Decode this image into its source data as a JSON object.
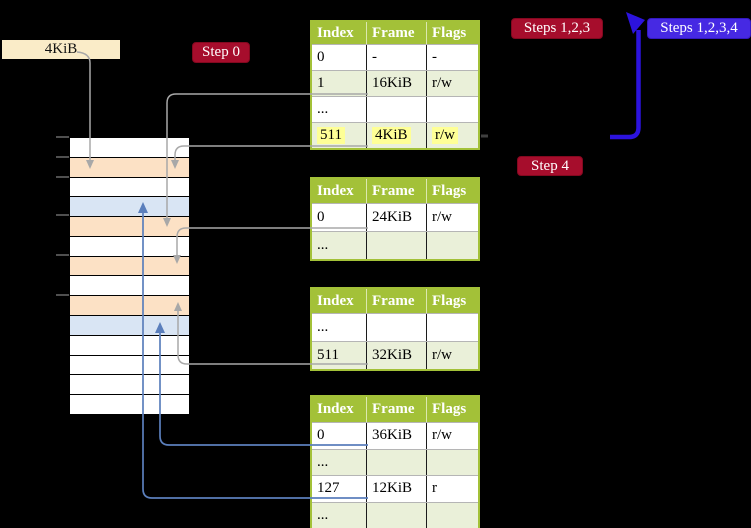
{
  "diagram": {
    "frame_size_label": "4KiB",
    "badges": {
      "step0": "Step 0",
      "steps123": "Steps 1,2,3",
      "steps1234": "Steps 1,2,3,4",
      "step4": "Step 4"
    },
    "memory_column": {
      "rows": [
        "white",
        "peach",
        "white",
        "blue",
        "peach",
        "white",
        "peach",
        "white",
        "peach",
        "blue",
        "white",
        "white",
        "white",
        "white"
      ]
    },
    "tables": [
      {
        "name": "table-1",
        "headers": [
          "Index",
          "Frame",
          "Flags"
        ],
        "rows": [
          [
            "0",
            "-",
            "-"
          ],
          [
            "1",
            "16KiB",
            "r/w"
          ],
          [
            "...",
            "",
            ""
          ],
          [
            "511",
            "4KiB",
            "r/w"
          ]
        ],
        "highlighted_row_index": 3
      },
      {
        "name": "table-2",
        "headers": [
          "Index",
          "Frame",
          "Flags"
        ],
        "rows": [
          [
            "0",
            "24KiB",
            "r/w"
          ],
          [
            "...",
            "",
            ""
          ]
        ]
      },
      {
        "name": "table-3",
        "headers": [
          "Index",
          "Frame",
          "Flags"
        ],
        "rows": [
          [
            "...",
            "",
            ""
          ],
          [
            "511",
            "32KiB",
            "r/w"
          ]
        ]
      },
      {
        "name": "table-4",
        "headers": [
          "Index",
          "Frame",
          "Flags"
        ],
        "rows": [
          [
            "0",
            "36KiB",
            "r/w"
          ],
          [
            "...",
            "",
            ""
          ],
          [
            "127",
            "12KiB",
            "r"
          ],
          [
            "...",
            "",
            ""
          ]
        ]
      }
    ],
    "colors": {
      "background": "#000000",
      "table_header_green": "#a3c138",
      "table_row_tint": "#eaf0d9",
      "highlight_yellow": "#feff96",
      "badge_crimson": "#a60d2c",
      "badge_blue": "#4629e3",
      "memory_peach": "#fce1c5",
      "memory_blue": "#d9e5f4",
      "label_cream": "#faecc8",
      "arrow_grey": "#a8a8a8",
      "arrow_steelblue": "#5b7fbc",
      "arrow_indigo": "#2c13de"
    }
  }
}
